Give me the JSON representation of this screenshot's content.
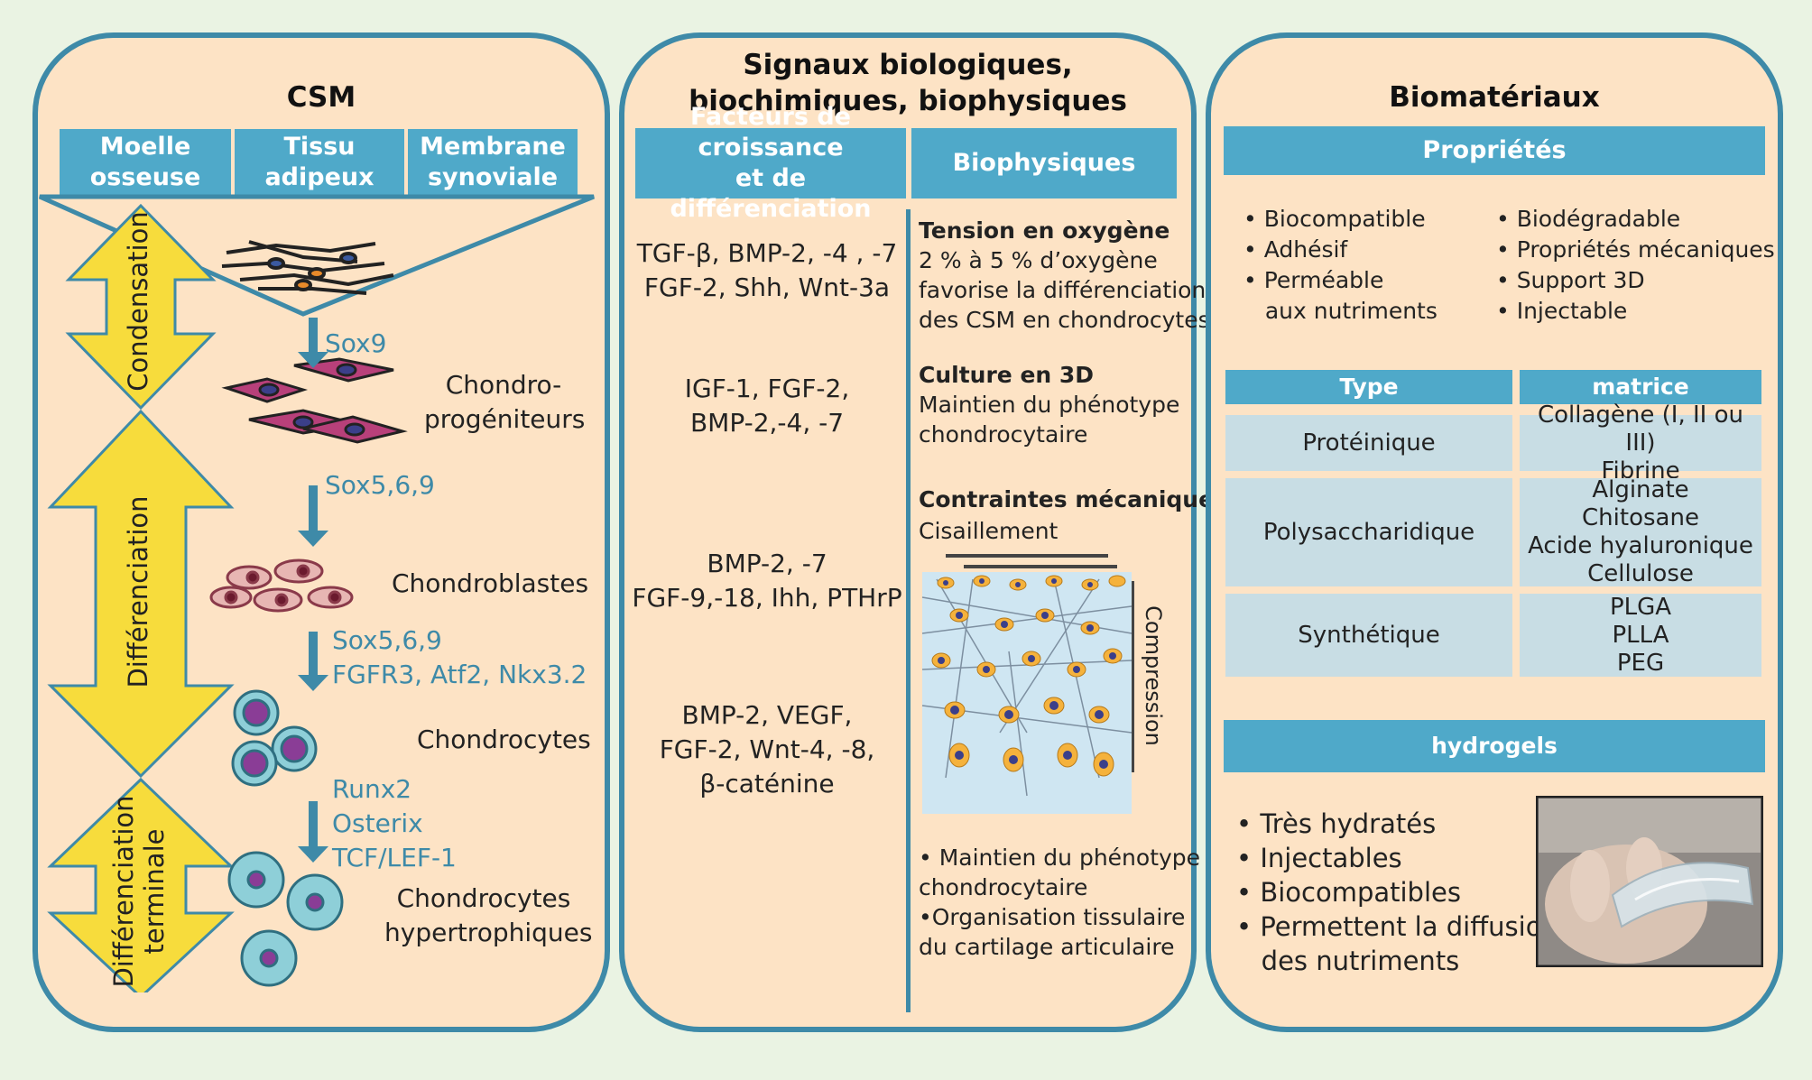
{
  "csm": {
    "title": "CSM",
    "sources": [
      "Moelle\nosseuse",
      "Tissu\nadipeux",
      "Membrane\nsynoviale"
    ],
    "phases": {
      "condensation": "Condensation",
      "differenciation": "Différenciation",
      "terminale": "Différenciation\nterminale"
    },
    "stages": {
      "chondroprogeniteurs": "Chondro-\nprogéniteurs",
      "chondroblastes": "Chondroblastes",
      "chondrocytes": "Chondrocytes",
      "hypertrophiques": "Chondrocytes\nhypertrophiques"
    },
    "factors": {
      "sox9": "Sox9",
      "sox569_a": "Sox5,6,9",
      "sox569_b": "Sox5,6,9\nFGFR3, Atf2, Nkx3.2",
      "runx": "Runx2\nOsterix\nTCF/LEF-1"
    }
  },
  "signaux": {
    "title": "Signaux  biologiques,\nbiochimiques, biophysiques",
    "header_facteurs": "Facteurs de croissance\net de différenciation",
    "header_biophysiques": "Biophysiques",
    "facteurs": [
      "TGF-β, BMP-2, -4 , -7\nFGF-2, Shh, Wnt-3a",
      "IGF-1, FGF-2,\nBMP-2,-4, -7",
      "BMP-2, -7\nFGF-9,-18, Ihh, PTHrP",
      "BMP-2, VEGF,\nFGF-2, Wnt-4, -8,\nβ-caténine"
    ],
    "biophysique": {
      "oxygene_titre": "Tension en oxygène",
      "oxygene_texte": "2 % à 5 % d’oxygène\nfavorise la différenciation\ndes CSM en chondrocytes",
      "culture_titre": "Culture en  3D",
      "culture_texte": "Maintien du phénotype\nchondrocytaire",
      "contraintes_titre": "Contraintes mécaniques",
      "cisaillement": "Cisaillement",
      "compression": "Compression",
      "bilan": "• Maintien du phénotype\nchondrocytaire\n•Organisation tissulaire\ndu cartilage articulaire"
    }
  },
  "biomateriaux": {
    "title": "Biomatériaux",
    "header_proprietes": "Propriétés",
    "proprietes_gauche": "• Biocompatible\n• Adhésif\n• Perméable\n   aux nutriments",
    "proprietes_droite": "• Biodégradable\n• Propriétés mécaniques\n• Support 3D\n• Injectable",
    "header_type": "Type",
    "header_matrice": "matrice",
    "rows": [
      {
        "type": "Protéinique",
        "matrice": "Collagène (I, II ou III)\nFibrine"
      },
      {
        "type": "Polysaccharidique",
        "matrice": "Alginate\nChitosane\nAcide hyaluronique\nCellulose"
      },
      {
        "type": "Synthétique",
        "matrice": "PLGA\nPLLA\nPEG"
      }
    ],
    "header_hydrogels": "hydrogels",
    "hydrogels": "• Très hydratés\n• Injectables\n• Biocompatibles\n• Permettent la diffusion\n   des nutriments"
  },
  "colors": {
    "panel_bg": "#fde3c5",
    "border": "#3e8aa8",
    "header": "#4fa9c9",
    "arrow_yellow": "#f7dc3c",
    "type_cell": "#c8dde4",
    "background": "#eaf3e3"
  }
}
